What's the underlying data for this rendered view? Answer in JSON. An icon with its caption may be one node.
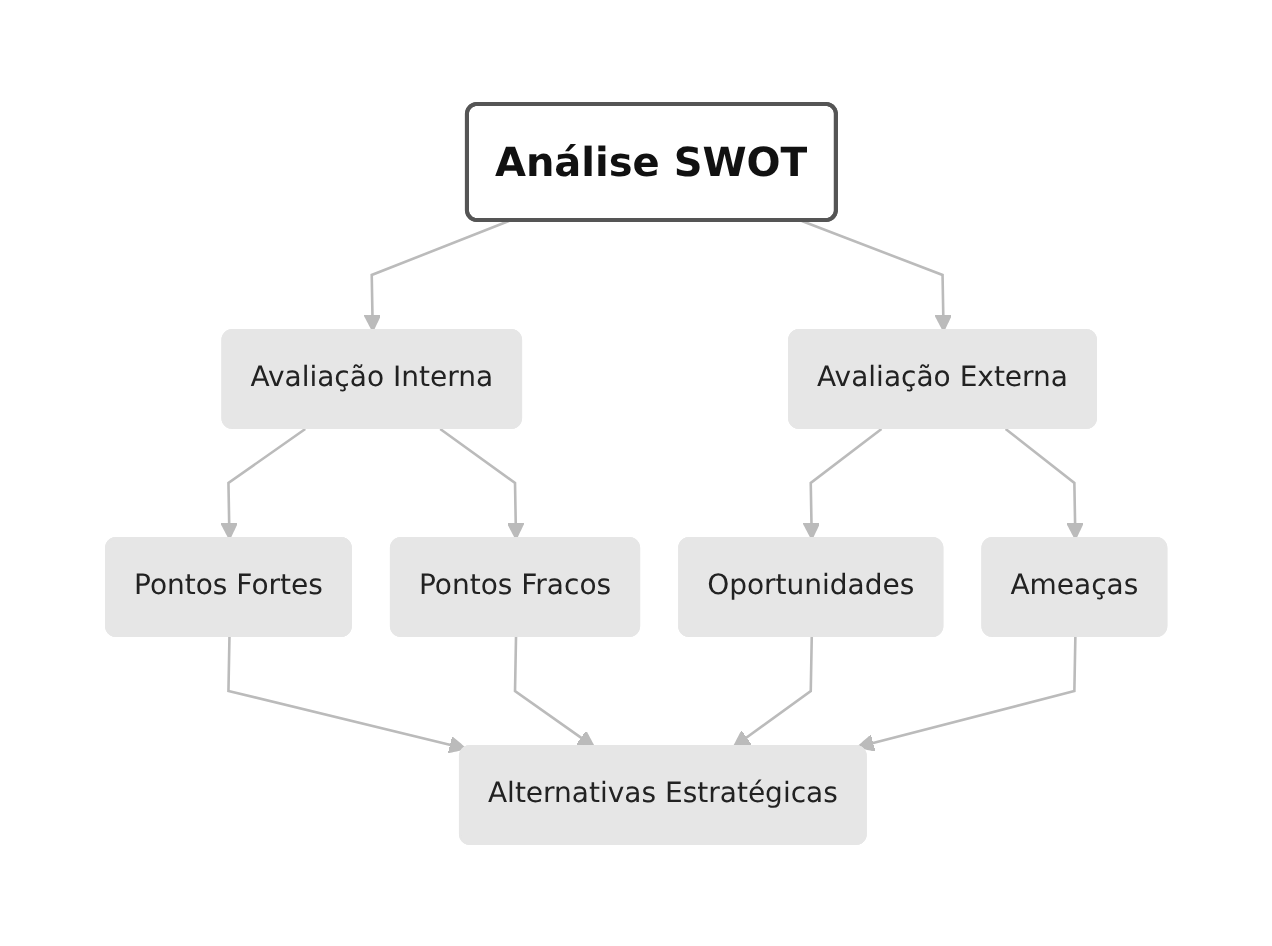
{
  "diagram": {
    "nodes": [
      {
        "text": [
          "Análise SWOT"
        ]
      },
      {
        "text": [
          "Avaliação Interna"
        ]
      },
      {
        "text": [
          "Avaliação Externa"
        ]
      },
      {
        "text": [
          "Pontos Fortes"
        ]
      },
      {
        "text": [
          "Pontos Fracos"
        ]
      },
      {
        "text": [
          "Oportunidades"
        ]
      },
      {
        "text": [
          "Ameaças"
        ]
      },
      {
        "text": [
          "Alternativas Estratégicas"
        ]
      }
    ],
    "edges": [
      {
        "from": 0,
        "to": 1,
        "arrow": "to"
      },
      {
        "from": 0,
        "to": 2,
        "arrow": "to"
      },
      {
        "from": 1,
        "to": 3,
        "arrow": "to"
      },
      {
        "from": 1,
        "to": 4,
        "arrow": "to"
      },
      {
        "from": 2,
        "to": 5,
        "arrow": "to"
      },
      {
        "from": 2,
        "to": 6,
        "arrow": "to"
      },
      {
        "from": 3,
        "to": 7,
        "arrow": "to"
      },
      {
        "from": 4,
        "to": 7,
        "arrow": "to"
      },
      {
        "from": 5,
        "to": 7,
        "arrow": "to"
      },
      {
        "from": 6,
        "to": 7,
        "arrow": "to"
      }
    ]
  }
}
